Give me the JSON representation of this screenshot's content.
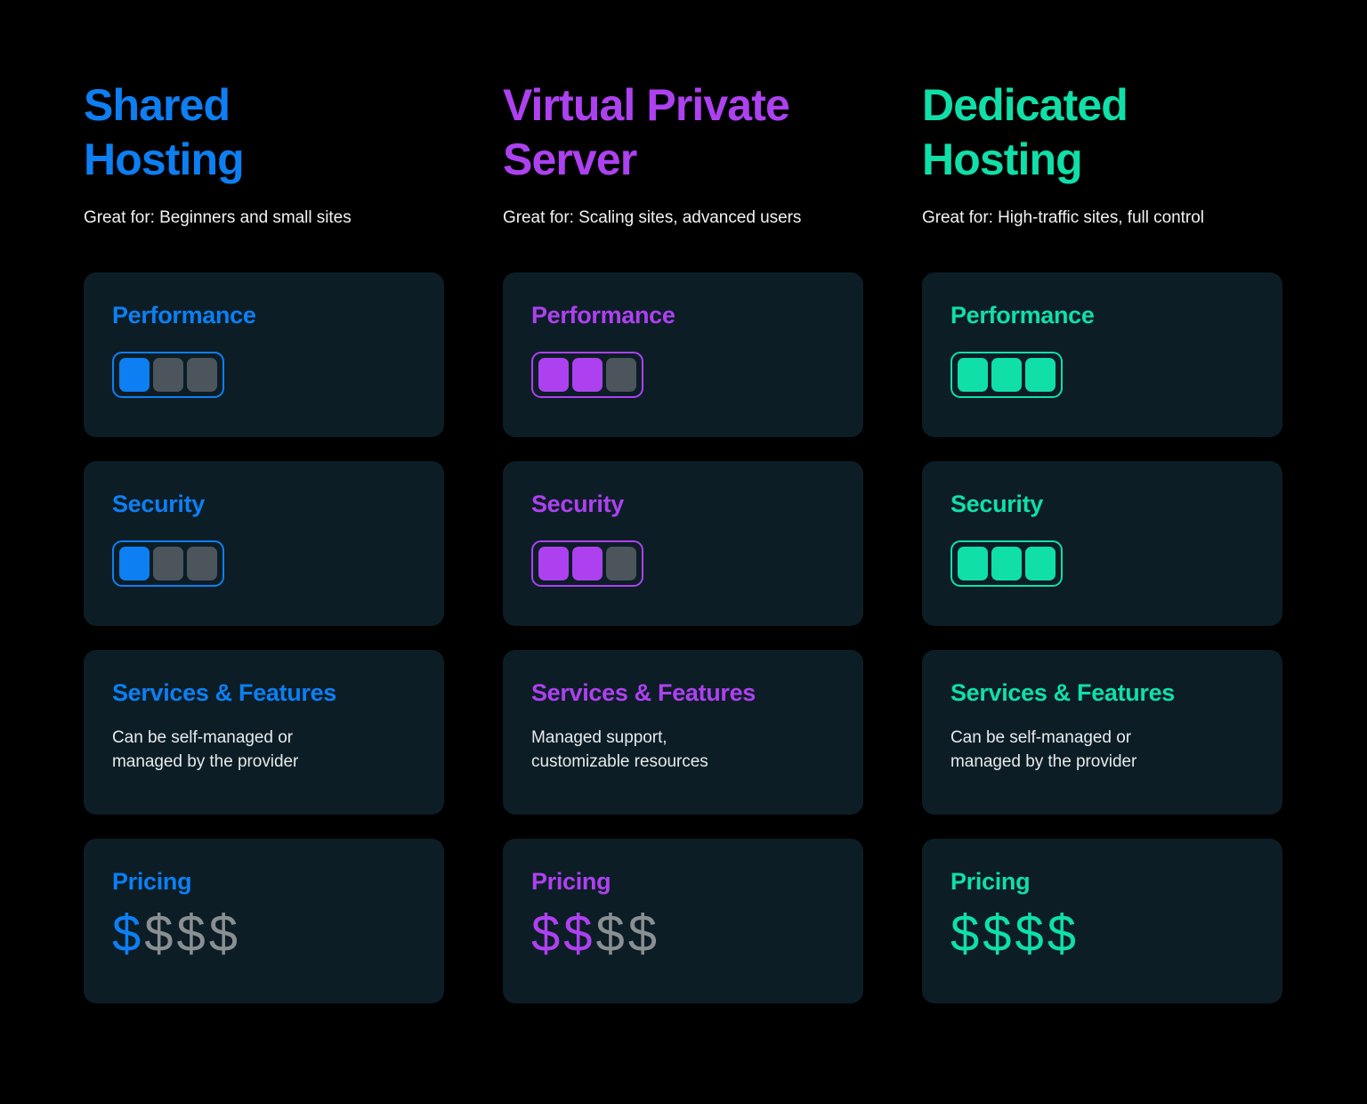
{
  "theme": {
    "page_background": "#000000",
    "card_background": "#0c1d26",
    "muted_segment": "#4b555b",
    "muted_dollar": "#8a8f92",
    "subtitle_color": "#f2f2f2",
    "body_text_color": "#e8eaeb"
  },
  "columns": [
    {
      "id": "shared-hosting",
      "title": "Shared\nHosting",
      "subtitle": "Great for: Beginners and small sites",
      "accent": "#0d7ff2",
      "cards": [
        {
          "id": "performance",
          "title": "Performance",
          "type": "meter",
          "filled": 1,
          "total": 3
        },
        {
          "id": "security",
          "title": "Security",
          "type": "meter",
          "filled": 1,
          "total": 3
        },
        {
          "id": "services-features",
          "title": "Services & Features",
          "type": "text",
          "body": "Can be self-managed or\nmanaged by the provider"
        },
        {
          "id": "pricing",
          "title": "Pricing",
          "type": "dollars",
          "symbol": "$",
          "filled": 1,
          "total": 4
        }
      ]
    },
    {
      "id": "virtual-private-server",
      "title": "Virtual Private\nServer",
      "subtitle": "Great for: Scaling sites, advanced users",
      "accent": "#ad41f0",
      "cards": [
        {
          "id": "performance",
          "title": "Performance",
          "type": "meter",
          "filled": 2,
          "total": 3
        },
        {
          "id": "security",
          "title": "Security",
          "type": "meter",
          "filled": 2,
          "total": 3
        },
        {
          "id": "services-features",
          "title": "Services & Features",
          "type": "text",
          "body": "Managed support,\ncustomizable resources"
        },
        {
          "id": "pricing",
          "title": "Pricing",
          "type": "dollars",
          "symbol": "$",
          "filled": 2,
          "total": 4
        }
      ]
    },
    {
      "id": "dedicated-hosting",
      "title": "Dedicated\nHosting",
      "subtitle": "Great for: High-traffic sites, full control",
      "accent": "#10dfa8",
      "cards": [
        {
          "id": "performance",
          "title": "Performance",
          "type": "meter",
          "filled": 3,
          "total": 3
        },
        {
          "id": "security",
          "title": "Security",
          "type": "meter",
          "filled": 3,
          "total": 3
        },
        {
          "id": "services-features",
          "title": "Services & Features",
          "type": "text",
          "body": "Can be self-managed or\nmanaged by the provider"
        },
        {
          "id": "pricing",
          "title": "Pricing",
          "type": "dollars",
          "symbol": "$",
          "filled": 4,
          "total": 4
        }
      ]
    }
  ]
}
